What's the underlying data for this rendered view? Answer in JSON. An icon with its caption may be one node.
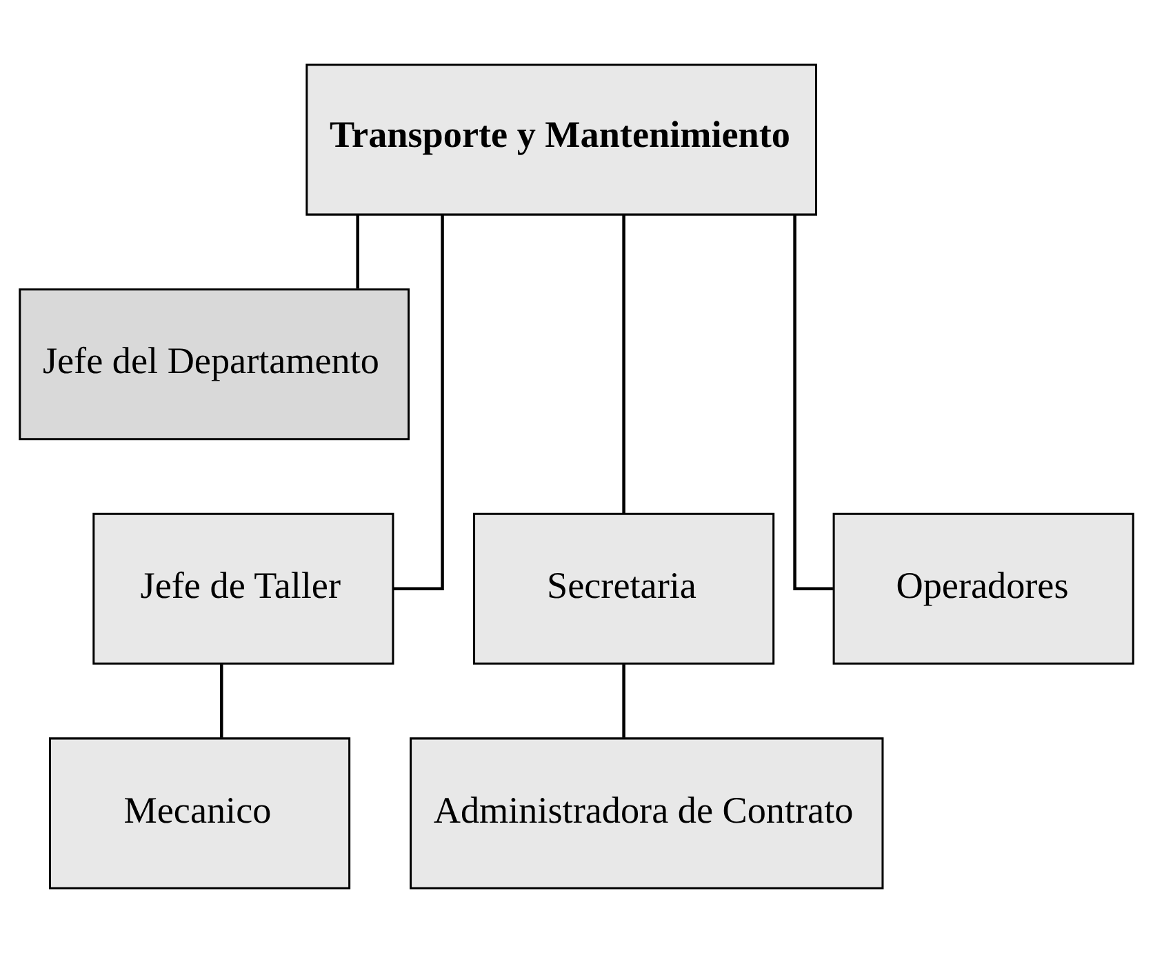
{
  "diagram": {
    "nodes": [
      {
        "text": [
          "Transporte y Mantenimiento"
        ]
      },
      {
        "text": [
          "Jefe del Departamento"
        ]
      },
      {
        "text": [
          "Jefe de Taller"
        ]
      },
      {
        "text": [
          "Secretaria"
        ]
      },
      {
        "text": [
          "Operadores"
        ]
      },
      {
        "text": [
          "Mecanico"
        ]
      },
      {
        "text": [
          "Administradora de Contrato"
        ]
      }
    ],
    "edges": [
      {
        "from": 0,
        "to": 1,
        "arrow": "none"
      },
      {
        "from": 0,
        "to": 2,
        "arrow": "none"
      },
      {
        "from": 0,
        "to": 3,
        "arrow": "none"
      },
      {
        "from": 0,
        "to": 4,
        "arrow": "none"
      },
      {
        "from": 2,
        "to": 5,
        "arrow": "none"
      },
      {
        "from": 3,
        "to": 6,
        "arrow": "none"
      }
    ]
  }
}
